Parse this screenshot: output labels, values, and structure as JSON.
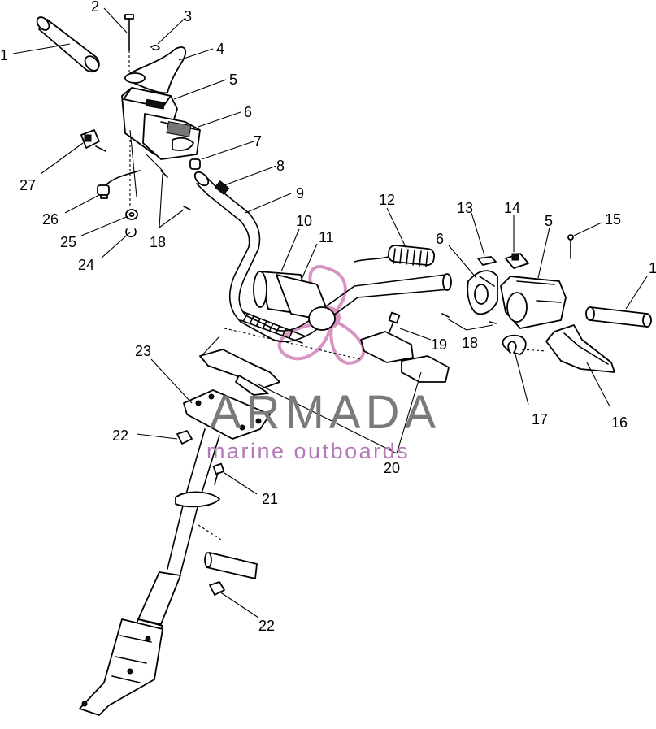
{
  "callouts": {
    "c1_left": "1",
    "c2": "2",
    "c3": "3",
    "c4": "4",
    "c5_left": "5",
    "c6_left": "6",
    "c7": "7",
    "c8": "8",
    "c9": "9",
    "c10": "10",
    "c11": "11",
    "c12": "12",
    "c13": "13",
    "c14": "14",
    "c5_right": "5",
    "c15": "15",
    "c1_right": "1",
    "c6_right": "6",
    "c16": "16",
    "c17": "17",
    "c18_right": "18",
    "c19": "19",
    "c18_left": "18",
    "c20": "20",
    "c21": "21",
    "c22_mid": "22",
    "c22_low": "22",
    "c23": "23",
    "c24": "24",
    "c25": "25",
    "c26": "26",
    "c27": "27"
  },
  "watermark": {
    "title": "ARMADA",
    "subtitle": "marine outboards",
    "logo": "propeller-logo",
    "colors": {
      "accent": "#d88fbf",
      "title": "#7a7a7a",
      "subtitle": "#b478b8"
    }
  }
}
